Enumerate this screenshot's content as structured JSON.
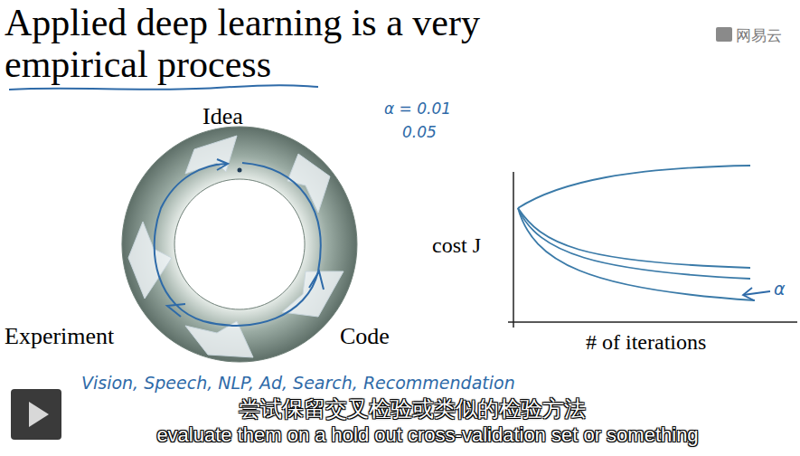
{
  "diagram": {
    "title": "Applied deep learning is a very empirical process",
    "labels": [
      "网易云",
      "Idea",
      "α = 0.01",
      "0.05",
      "Code",
      "Experiment",
      "Vision, Speech, NLP, Ad, Search, Recommendation",
      "cost J",
      "# of iterations",
      "α",
      "尝试保留交叉检验或类似的检验方法",
      "evaluate them on a hold out cross-validation set or something"
    ]
  }
}
